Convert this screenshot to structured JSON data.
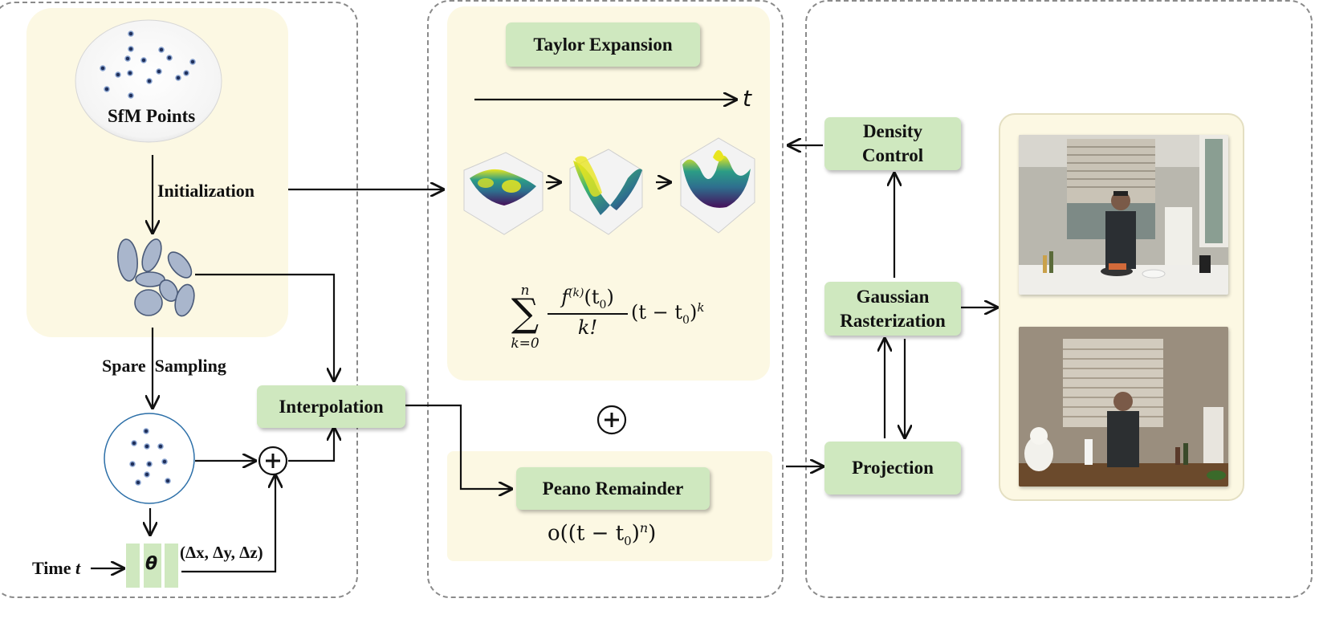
{
  "left": {
    "sfm_label": "SfM Points",
    "init_label": "Initialization",
    "sampling_label": "Spare  Sampling",
    "interp_label": "Interpolation",
    "time_label_prefix": "Time ",
    "time_label_var": "t",
    "theta_label": "θ",
    "delta_label": "(Δx, Δy, Δz)"
  },
  "middle": {
    "taylor_label": "Taylor Expansion",
    "axis_t": "t",
    "formula": {
      "sum_top": "n",
      "sum_bottom": "k=0",
      "numerator": "f",
      "numerator_sup": "(k)",
      "numerator_arg": "(t",
      "numerator_sub": "0",
      "numerator_close": ")",
      "denominator": "k!",
      "tail": "(t − t",
      "tail_sub": "0",
      "tail_close": ")",
      "tail_sup": "k"
    },
    "peano_label": "Peano Remainder",
    "remainder": {
      "prefix": "o((t − t",
      "sub": "0",
      "mid": ")",
      "sup": "n",
      "suffix": ")"
    }
  },
  "right": {
    "density_label": "Density\nControl",
    "raster_label": "Gaussian\nRasterization",
    "projection_label": "Projection"
  },
  "colors": {
    "panel_border": "#8a8a8a",
    "cream": "#fcf8e3",
    "green_box": "#cfe8bf",
    "ellipse_fill": "#a9b6cc",
    "ellipse_stroke": "#4a5a78",
    "point": "#1f2f5a",
    "sample_circle": "#2c6fa8",
    "surface_dark": "#46105a",
    "surface_mid": "#2b8c8c",
    "surface_light": "#e8e51f"
  },
  "icons": [
    "arrow-icon",
    "plus-circle-icon",
    "surface-plot-icon",
    "gaussian-ellipse-icon"
  ]
}
